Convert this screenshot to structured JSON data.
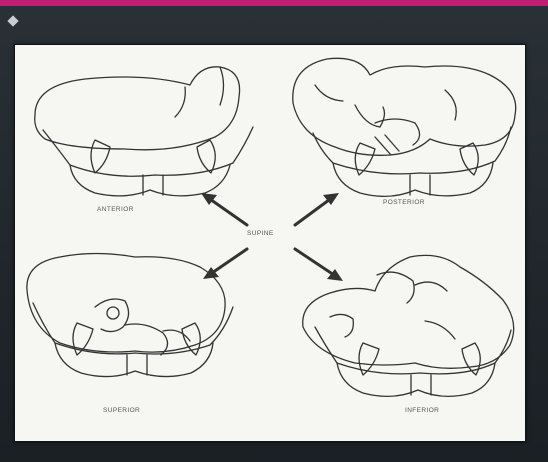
{
  "labels": {
    "center": "SUPINE",
    "top_left": "ANTERIOR",
    "top_right": "POSTERIOR",
    "bottom_left": "SUPERIOR",
    "bottom_right": "INFERIOR"
  },
  "colors": {
    "accent_stripe": "#c01e73",
    "frame_background": "#1d2329",
    "panel_background": "#f6f6f3"
  }
}
